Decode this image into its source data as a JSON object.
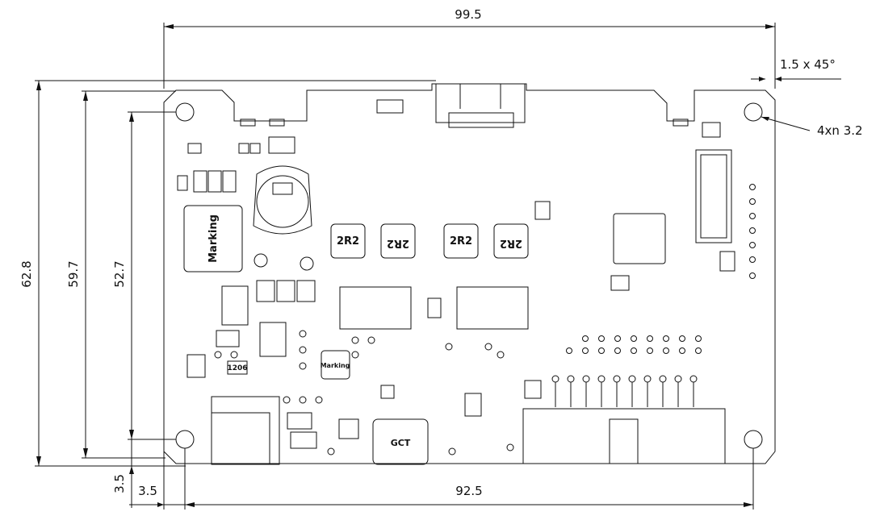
{
  "drawing": {
    "dimensions": {
      "overall_width": "99.5",
      "chamfer": "1.5 x 45°",
      "hole_callout": "4xn 3.2",
      "overall_height": "62.8",
      "board_height": "59.7",
      "hole_spacing_vertical": "52.7",
      "hole_offset_y": "3.5",
      "hole_offset_x": "3.5",
      "hole_spacing_horizontal": "92.5"
    },
    "part_markings": {
      "inductor_large": "Marking",
      "inductor_small": "Marking",
      "inductor_1": "2R2",
      "inductor_2": "2R2",
      "inductor_3": "2R2",
      "inductor_4": "2R2",
      "usb_connector": "GCT",
      "resistor_small": "1206"
    },
    "colors": {
      "outline": "#111111",
      "background": "#ffffff"
    }
  }
}
